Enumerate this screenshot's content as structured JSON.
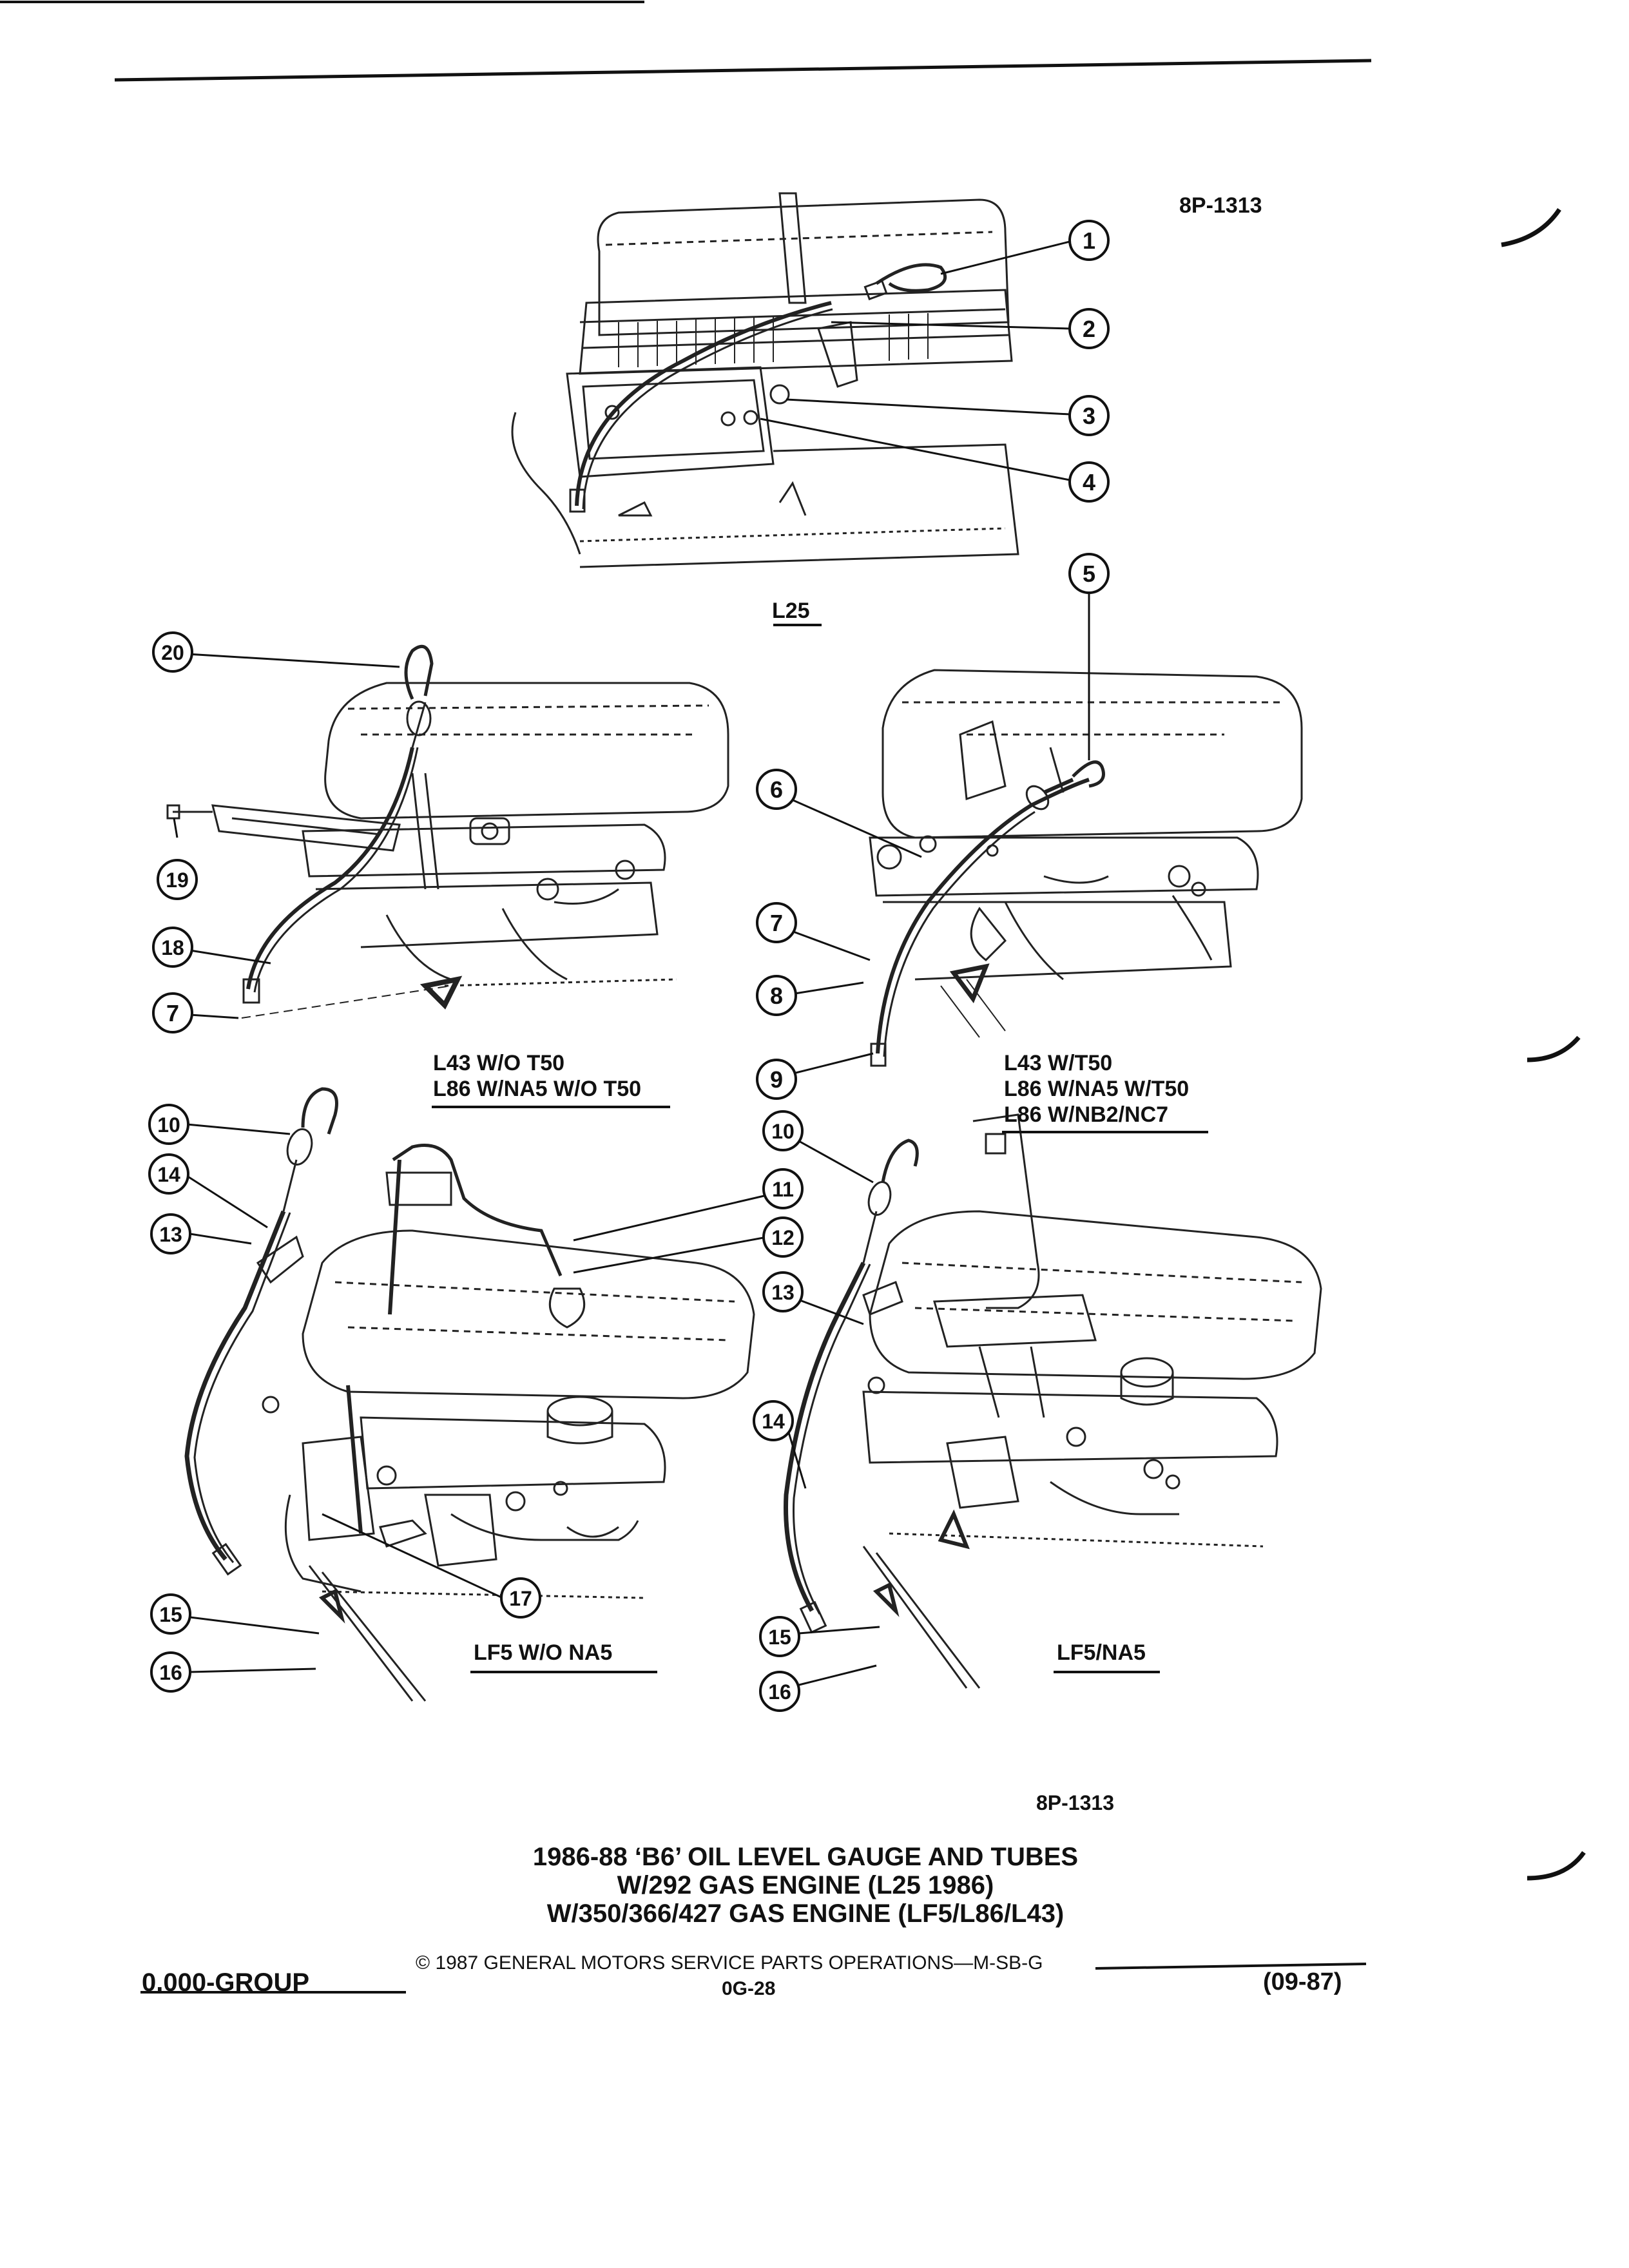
{
  "figure_id_top": "8P-1313",
  "figure_id_bottom": "8P-1313",
  "callouts": [
    "1",
    "2",
    "3",
    "4",
    "5",
    "6",
    "7",
    "8",
    "9",
    "10",
    "11",
    "12",
    "13",
    "14",
    "15",
    "16",
    "17",
    "18",
    "19",
    "20"
  ],
  "views": {
    "top": {
      "label": "L25"
    },
    "middle_left": {
      "label_lines": [
        "L43 W/O T50",
        "L86 W/NA5 W/O T50"
      ]
    },
    "middle_right": {
      "label_lines": [
        "L43 W/T50",
        "L86 W/NA5 W/T50",
        "L86 W/NB2/NC7"
      ]
    },
    "bottom_left": {
      "label": "LF5 W/O NA5"
    },
    "bottom_right": {
      "label": "LF5/NA5"
    }
  },
  "title_lines": [
    "1986-88 ‘B6’ OIL LEVEL GAUGE AND TUBES",
    "W/292 GAS ENGINE (L25 1986)",
    "W/350/366/427 GAS ENGINE (LF5/L86/L43)"
  ],
  "footer": {
    "copyright": "© 1987 GENERAL MOTORS SERVICE PARTS OPERATIONS—M-SB-G",
    "group": "0.000-GROUP",
    "page": "0G-28",
    "date": "(09-87)"
  }
}
